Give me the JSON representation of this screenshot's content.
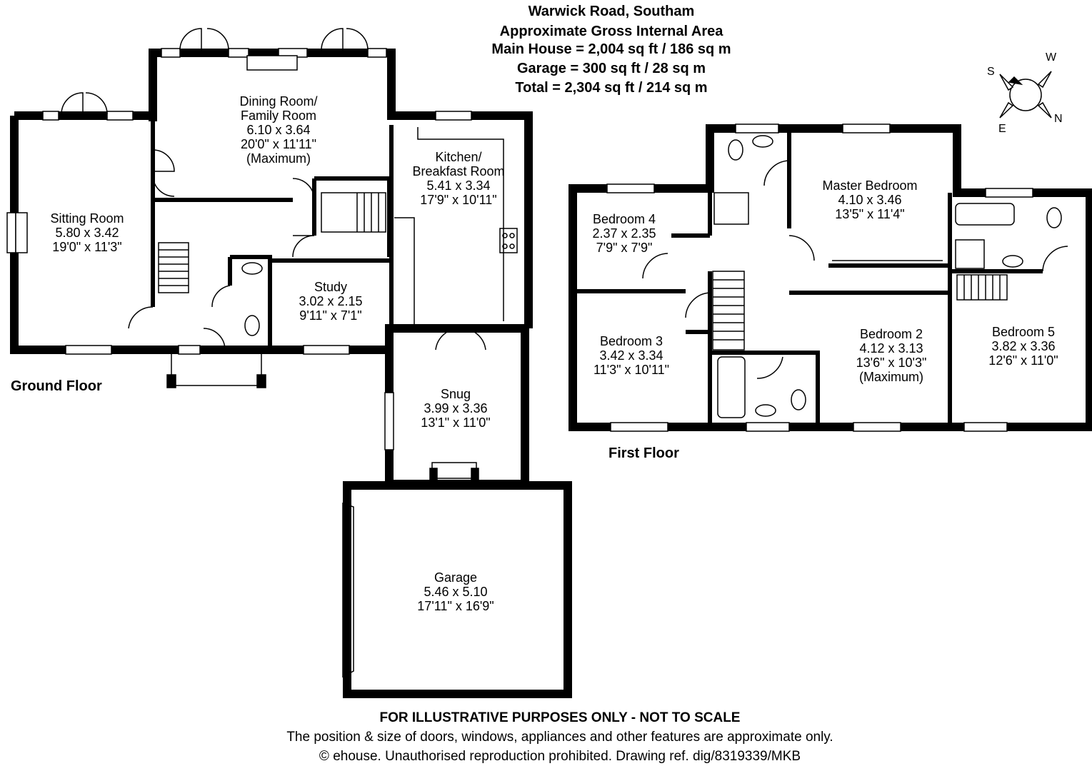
{
  "header": {
    "address": "Warwick Road, Southam",
    "area_title": "Approximate Gross Internal Area",
    "main_house": "Main House = 2,004 sq ft / 186 sq m",
    "garage": "Garage = 300 sq ft / 28 sq m",
    "total": "Total = 2,304 sq ft / 214 sq m"
  },
  "compass": {
    "s": "S",
    "w": "W",
    "e": "E",
    "n": "N"
  },
  "floors": {
    "ground": "Ground Floor",
    "first": "First Floor"
  },
  "ground_rooms": {
    "sitting": {
      "name": "Sitting Room",
      "metric": "5.80 x 3.42",
      "imperial": "19'0\" x 11'3\""
    },
    "dining": {
      "name1": "Dining Room/",
      "name2": "Family Room",
      "metric": "6.10 x 3.64",
      "imperial": "20'0\" x 11'11\"",
      "note": "(Maximum)"
    },
    "kitchen": {
      "name1": "Kitchen/",
      "name2": "Breakfast Room",
      "metric": "5.41 x 3.34",
      "imperial": "17'9\" x 10'11\""
    },
    "study": {
      "name": "Study",
      "metric": "3.02 x 2.15",
      "imperial": "9'11\" x 7'1\""
    },
    "snug": {
      "name": "Snug",
      "metric": "3.99 x 3.36",
      "imperial": "13'1\" x 11'0\""
    },
    "garage": {
      "name": "Garage",
      "metric": "5.46 x 5.10",
      "imperial": "17'11\" x 16'9\""
    }
  },
  "first_rooms": {
    "bedroom4": {
      "name": "Bedroom 4",
      "metric": "2.37 x 2.35",
      "imperial": "7'9\" x 7'9\""
    },
    "master": {
      "name": "Master Bedroom",
      "metric": "4.10 x 3.46",
      "imperial": "13'5\" x 11'4\""
    },
    "bedroom3": {
      "name": "Bedroom 3",
      "metric": "3.42 x 3.34",
      "imperial": "11'3\" x 10'11\""
    },
    "bedroom2": {
      "name": "Bedroom 2",
      "metric": "4.12 x 3.13",
      "imperial": "13'6\" x 10'3\"",
      "note": "(Maximum)"
    },
    "bedroom5": {
      "name": "Bedroom 5",
      "metric": "3.82 x 3.36",
      "imperial": "12'6\" x 11'0\""
    }
  },
  "footer": {
    "disclaimer": "FOR ILLUSTRATIVE PURPOSES ONLY - NOT TO SCALE",
    "note": "The position & size of doors, windows, appliances and other features are approximate only.",
    "copyright": "© ehouse. Unauthorised reproduction prohibited. Drawing ref. dig/8319339/MKB"
  }
}
